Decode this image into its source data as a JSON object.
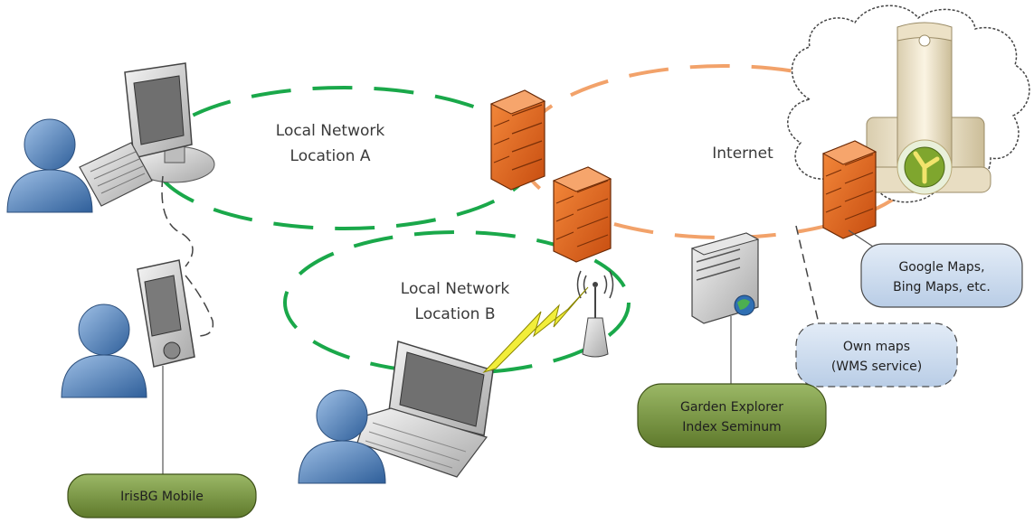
{
  "labels": {
    "location_a_line1": "Local Network",
    "location_a_line2": "Location A",
    "location_b_line1": "Local Network",
    "location_b_line2": "Location B",
    "internet": "Internet"
  },
  "callouts": {
    "maps_line1": "Google Maps,",
    "maps_line2": "Bing Maps, etc.",
    "own_maps_line1": "Own maps",
    "own_maps_line2": "(WMS service)",
    "garden_line1": "Garden Explorer",
    "garden_line2": "Index Seminum",
    "mobile": "IrisBG Mobile"
  },
  "colors": {
    "local_network": "#1aa84a",
    "internet": "#f2a26a",
    "callout_blue": "#c9d9ec",
    "callout_green": "#77933c",
    "firewall": "#e0651c",
    "person": "#4f81bd"
  }
}
